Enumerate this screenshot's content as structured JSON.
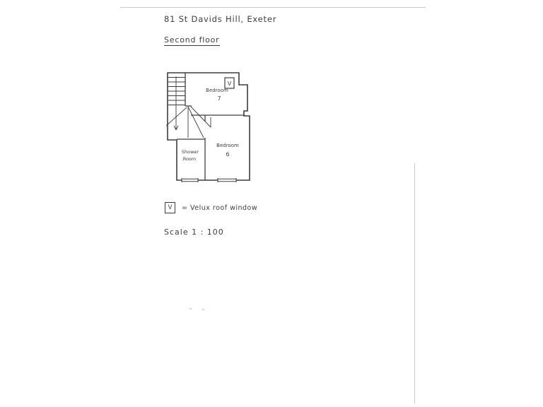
{
  "document": {
    "title": "81 St Davids Hill, Exeter",
    "floor_label": "Second floor",
    "scale_label": "Scale 1 : 100"
  },
  "floorplan": {
    "rooms": {
      "bedroom7": {
        "name": "Bedroom",
        "number": "7"
      },
      "bedroom6": {
        "name": "Bedroom",
        "number": "6"
      },
      "shower_room": {
        "name_line1": "Shower",
        "name_line2": "Room"
      }
    },
    "velux_symbol": "V"
  },
  "legend": {
    "symbol": "V",
    "label": "= Velux roof window"
  },
  "colors": {
    "ink": "#3d3d3d",
    "scan_line": "#c9c9c9"
  }
}
